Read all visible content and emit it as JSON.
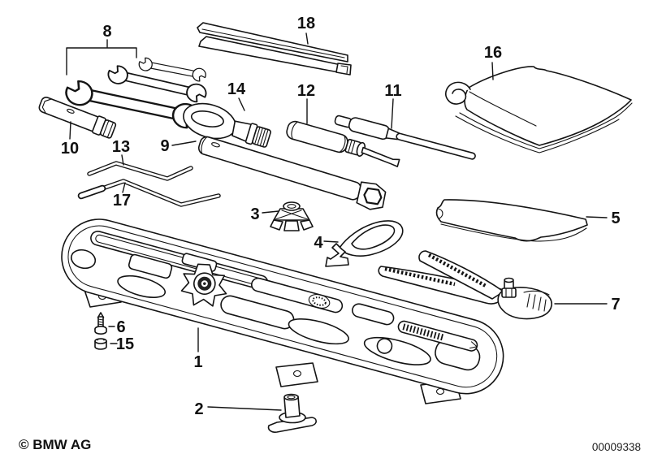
{
  "diagram": {
    "background_color": "#ffffff",
    "line_color": "#141414",
    "callouts": [
      {
        "label": "1"
      },
      {
        "label": "2"
      },
      {
        "label": "3"
      },
      {
        "label": "4"
      },
      {
        "label": "5"
      },
      {
        "label": "6"
      },
      {
        "label": "7"
      },
      {
        "label": "8"
      },
      {
        "label": "9"
      },
      {
        "label": "10"
      },
      {
        "label": "11"
      },
      {
        "label": "12"
      },
      {
        "label": "13"
      },
      {
        "label": "14"
      },
      {
        "label": "15"
      },
      {
        "label": "16"
      },
      {
        "label": "17"
      },
      {
        "label": "18"
      }
    ],
    "footer": {
      "copyright": "© BMW AG",
      "image_number": "00009338"
    }
  }
}
